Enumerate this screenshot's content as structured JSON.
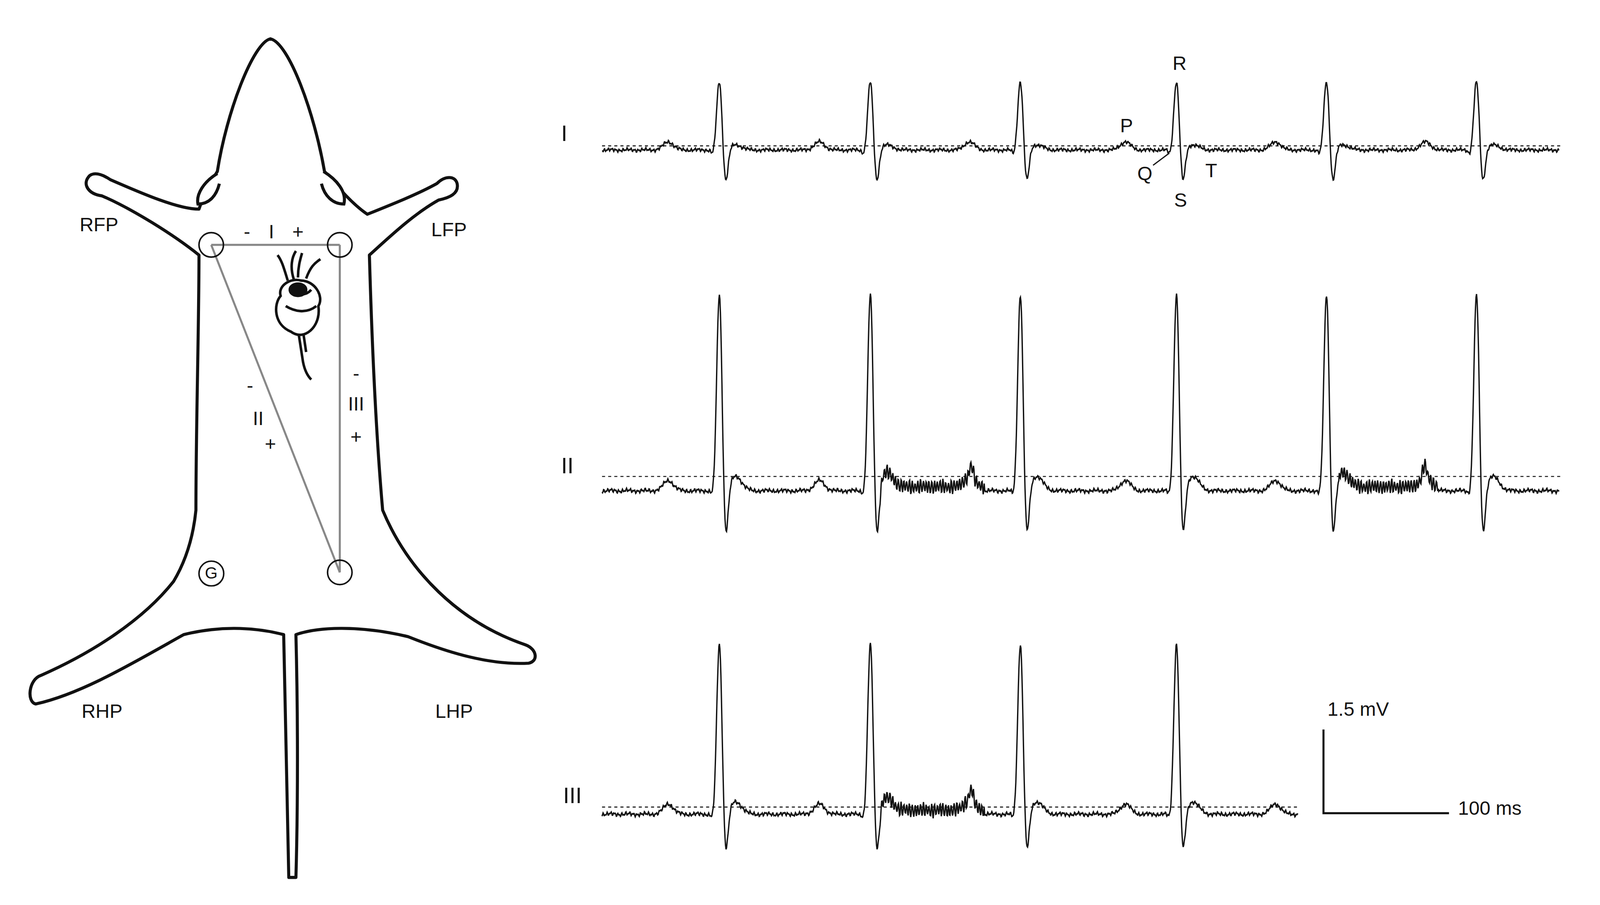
{
  "diagram": {
    "nodes": [
      {
        "text": [
          "G"
        ]
      }
    ],
    "labels": [
      "RFP",
      "LFP",
      "RHP",
      "LHP",
      "-",
      "I",
      "+",
      "-",
      "II",
      "+",
      "-",
      "III",
      "+",
      "I",
      "II",
      "III",
      "P",
      "R",
      "Q",
      "S",
      "T",
      "1.5 mV",
      "100 ms"
    ]
  }
}
